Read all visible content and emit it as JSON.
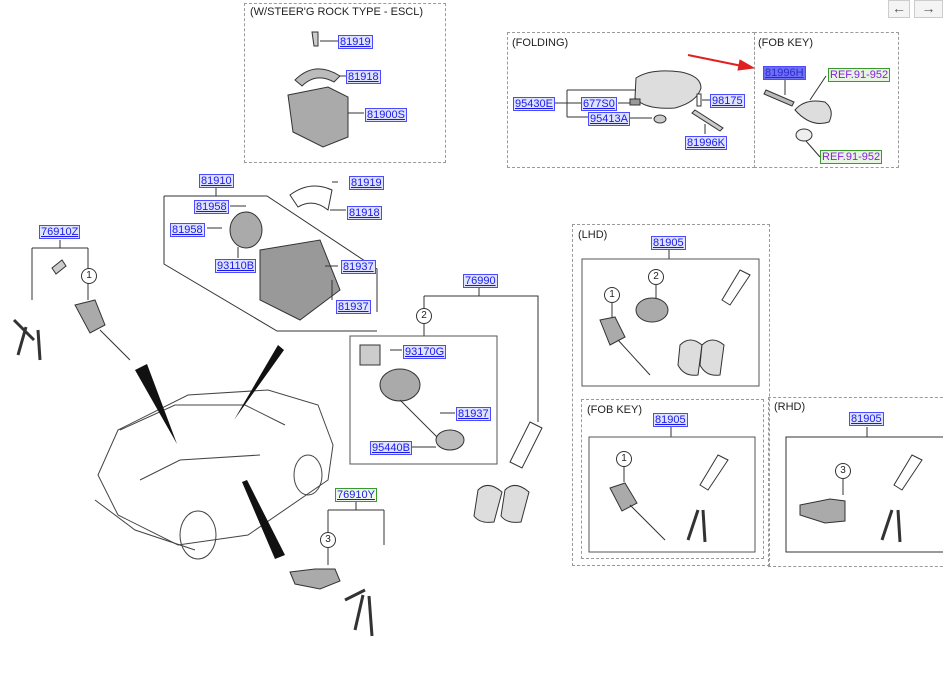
{
  "navigation": {
    "back_icon": "arrow-left",
    "back_glyph": "←",
    "forward_icon": "arrow-right",
    "forward_glyph": "→"
  },
  "colors": {
    "part_label_text": "#1a1ae6",
    "part_label_border": "#4a4aff",
    "ref_label_text": "#8a1ee0",
    "ref_label_border": "#3a9a2a",
    "selected_label_bg": "#6f6ff5",
    "pointer_arrow": "#e02020"
  },
  "sections": {
    "escl": {
      "caption": "(W/STEER'G ROCK TYPE - ESCL)",
      "parts": [
        "81919",
        "81918",
        "81900S"
      ]
    },
    "folding": {
      "caption": "(FOLDING)",
      "parts": [
        "95430E",
        "677S0",
        "95413A",
        "98175",
        "81996K"
      ]
    },
    "fob_key_top": {
      "caption": "(FOB KEY)",
      "parts": [
        "81996H",
        "REF.91-952",
        "REF.91-952"
      ],
      "selected_part": "81996H"
    },
    "lock_assy": {
      "parts": [
        "81910",
        "81958",
        "81958",
        "93110B",
        "81919",
        "81918",
        "81937",
        "81937"
      ]
    },
    "door_lock_left": {
      "parts": [
        "76910Z"
      ],
      "callout": "1"
    },
    "key_set_76990": {
      "parts": [
        "76990",
        "93170G",
        "81937",
        "95440B"
      ],
      "callout": "2"
    },
    "door_lock_right": {
      "parts": [
        "76910Y"
      ],
      "callout": "3"
    },
    "lhd": {
      "caption": "(LHD)",
      "parts": [
        "81905"
      ],
      "callouts": [
        "1",
        "2"
      ]
    },
    "fob_key_bottom": {
      "caption": "(FOB KEY)",
      "parts": [
        "81905"
      ],
      "callouts": [
        "1"
      ]
    },
    "rhd": {
      "caption": "(RHD)",
      "parts": [
        "81905"
      ],
      "callouts": [
        "3"
      ]
    }
  }
}
